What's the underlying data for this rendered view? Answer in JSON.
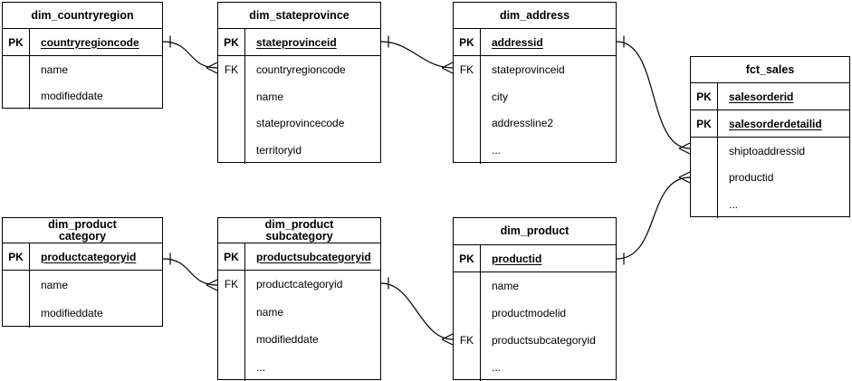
{
  "diagram": {
    "colors": {
      "line": "#000000",
      "border": "#000000",
      "background": "#ffffff",
      "text": "#000000"
    },
    "tables": {
      "dim_countryregion": {
        "title": "dim_countryregion",
        "keys": [
          {
            "label": "PK",
            "field": "countryregioncode"
          }
        ],
        "attrs": [
          {
            "label": "",
            "field": "name"
          },
          {
            "label": "",
            "field": "modifieddate"
          }
        ]
      },
      "dim_stateprovince": {
        "title": "dim_stateprovince",
        "keys": [
          {
            "label": "PK",
            "field": "stateprovinceid"
          }
        ],
        "attrs": [
          {
            "label": "FK",
            "field": "countryregioncode"
          },
          {
            "label": "",
            "field": "name"
          },
          {
            "label": "",
            "field": "stateprovincecode"
          },
          {
            "label": "",
            "field": "territoryid"
          }
        ]
      },
      "dim_address": {
        "title": "dim_address",
        "keys": [
          {
            "label": "PK",
            "field": "addressid"
          }
        ],
        "attrs": [
          {
            "label": "FK",
            "field": "stateprovinceid"
          },
          {
            "label": "",
            "field": "city"
          },
          {
            "label": "",
            "field": "addressline2"
          },
          {
            "label": "",
            "field": "..."
          }
        ]
      },
      "fct_sales": {
        "title": "fct_sales",
        "keys": [
          {
            "label": "PK",
            "field": "salesorderid"
          },
          {
            "label": "PK",
            "field": "salesorderdetailid"
          }
        ],
        "attrs": [
          {
            "label": "",
            "field": "shiptoaddressid"
          },
          {
            "label": "",
            "field": "productid"
          },
          {
            "label": "",
            "field": "..."
          }
        ]
      },
      "dim_productcategory": {
        "title": "dim_product\ncategory",
        "keys": [
          {
            "label": "PK",
            "field": "productcategoryid"
          }
        ],
        "attrs": [
          {
            "label": "",
            "field": "name"
          },
          {
            "label": "",
            "field": "modifieddate"
          }
        ]
      },
      "dim_productsubcategory": {
        "title": "dim_product\nsubcategory",
        "keys": [
          {
            "label": "PK",
            "field": "productsubcategoryid"
          }
        ],
        "attrs": [
          {
            "label": "FK",
            "field": "productcategoryid"
          },
          {
            "label": "",
            "field": "name"
          },
          {
            "label": "",
            "field": "modifieddate"
          },
          {
            "label": "",
            "field": "..."
          }
        ]
      },
      "dim_product": {
        "title": "dim_product",
        "keys": [
          {
            "label": "PK",
            "field": "productid"
          }
        ],
        "attrs": [
          {
            "label": "",
            "field": "name"
          },
          {
            "label": "",
            "field": "productmodelid"
          },
          {
            "label": "FK",
            "field": "productsubcategoryid"
          },
          {
            "label": "",
            "field": "..."
          }
        ]
      }
    },
    "relations": [
      {
        "from": "dim_countryregion.countryregioncode",
        "to": "dim_stateprovince.countryregioncode",
        "from_end": "one",
        "to_end": "many"
      },
      {
        "from": "dim_stateprovince.stateprovinceid",
        "to": "dim_address.stateprovinceid",
        "from_end": "one",
        "to_end": "many"
      },
      {
        "from": "dim_address.addressid",
        "to": "fct_sales.shiptoaddressid",
        "from_end": "one",
        "to_end": "many"
      },
      {
        "from": "dim_product.productid",
        "to": "fct_sales.productid",
        "from_end": "one",
        "to_end": "many"
      },
      {
        "from": "dim_productcategory.productcategoryid",
        "to": "dim_productsubcategory.productcategoryid",
        "from_end": "one",
        "to_end": "many"
      },
      {
        "from": "dim_productsubcategory.productsubcategoryid",
        "to": "dim_product.productsubcategoryid",
        "from_end": "one",
        "to_end": "many"
      }
    ]
  }
}
